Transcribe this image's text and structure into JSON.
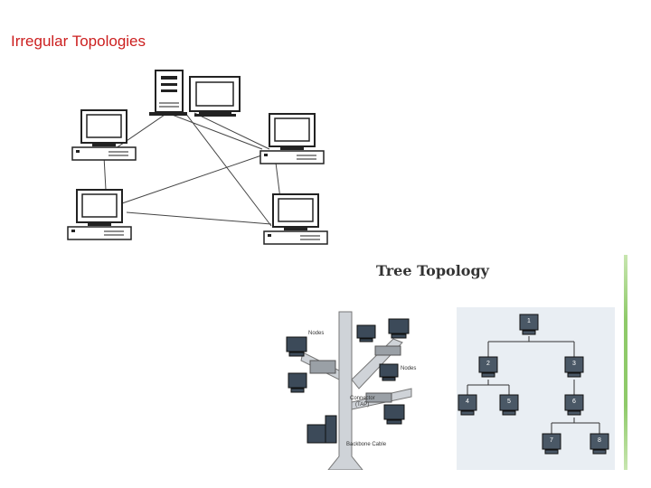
{
  "slide": {
    "title": "Irregular Topologies",
    "tree_title": "Tree Topology"
  },
  "tree_illustration": {
    "labels": {
      "nodes": "Nodes",
      "nodes2": "Nodes",
      "connector": "Connector",
      "tap": "(TAP)",
      "backbone": "Backbone Cable"
    }
  },
  "hierarchy": {
    "root": "1",
    "level2": [
      "2",
      "3"
    ],
    "level3": [
      "4",
      "5",
      "6"
    ],
    "level4": [
      "7",
      "8"
    ]
  },
  "colors": {
    "title": "#cc1f1f",
    "accent_bar": "#8fca6a"
  }
}
